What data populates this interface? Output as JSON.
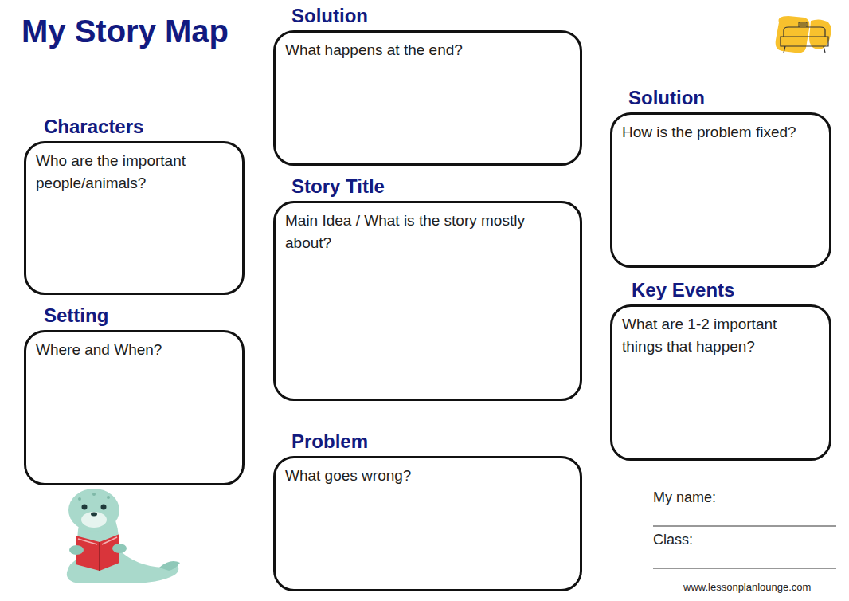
{
  "diagram": {
    "title": "My Story Map",
    "nodes": [
      {
        "text": [
          "Solution",
          "What happens at the end?"
        ]
      },
      {
        "text": [
          "Characters",
          "Who are the important people/animals?"
        ]
      },
      {
        "text": [
          "Solution",
          "How is the problem fixed?"
        ]
      },
      {
        "text": [
          "Story Title",
          "Main Idea / What is the story mostly about?"
        ]
      },
      {
        "text": [
          "Key Events",
          "What are 1-2 important things that happen?"
        ]
      },
      {
        "text": [
          "Setting",
          "Where and When?"
        ]
      },
      {
        "text": [
          "Problem",
          "What goes wrong?"
        ]
      }
    ],
    "labels": [
      "My name:",
      "Class:",
      "www.lessonplanlounge.com"
    ]
  }
}
